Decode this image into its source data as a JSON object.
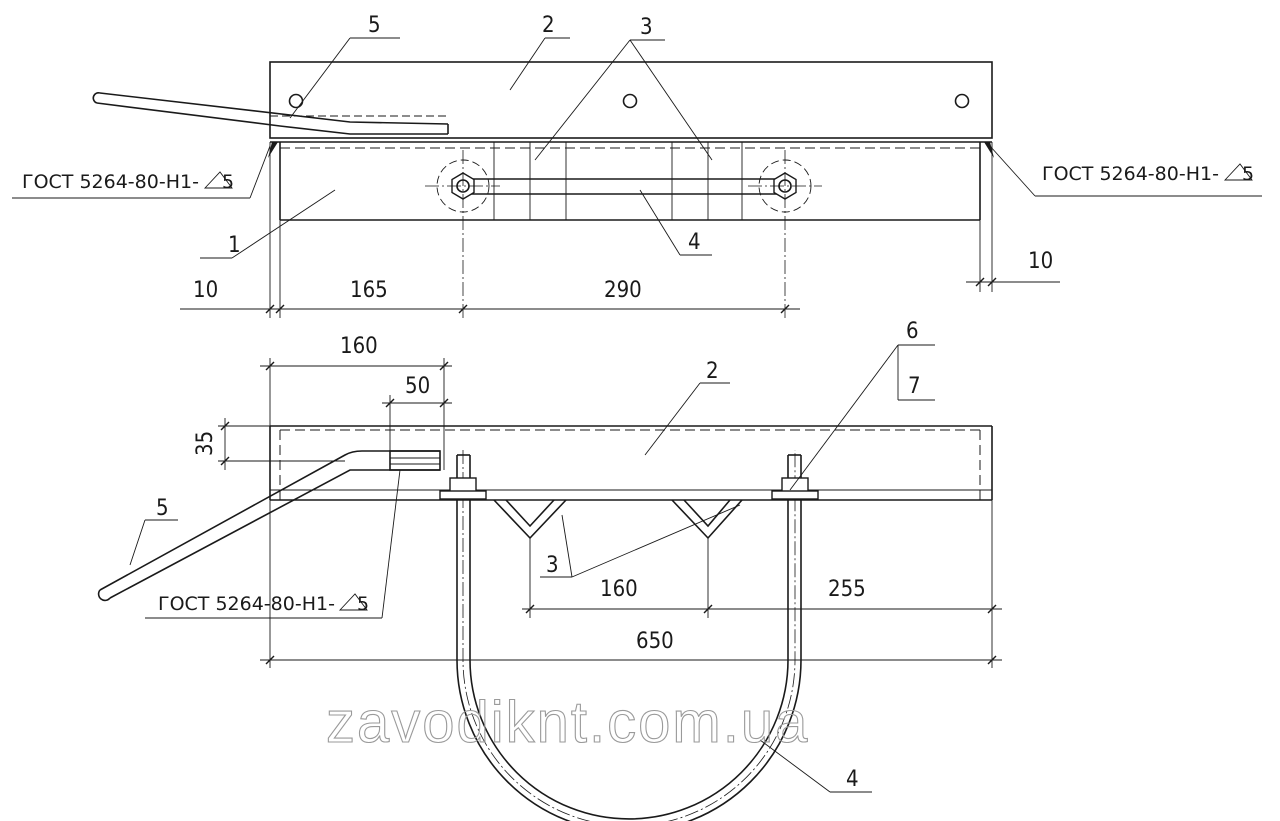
{
  "drawing": {
    "positions": {
      "top_1": "1",
      "top_2": "2",
      "top_3": "3",
      "top_4": "4",
      "top_5": "5",
      "bottom_2": "2",
      "bottom_3": "3",
      "bottom_4": "4",
      "bottom_5": "5",
      "bottom_6": "6",
      "bottom_7": "7"
    },
    "weld_notes": {
      "top_left": "ГОСТ 5264-80-Н1-",
      "top_right": "ГОСТ 5264-80-Н1-",
      "bottom": "ГОСТ 5264-80-Н1-",
      "leg": "5"
    },
    "dimensions": {
      "top_left_10": "10",
      "top_165": "165",
      "top_290": "290",
      "top_right_10": "10",
      "bottom_160_top": "160",
      "bottom_50": "50",
      "bottom_35": "35",
      "bottom_160_mid": "160",
      "bottom_255": "255",
      "bottom_650": "650"
    },
    "watermark": "zavodiknt.com.ua"
  }
}
